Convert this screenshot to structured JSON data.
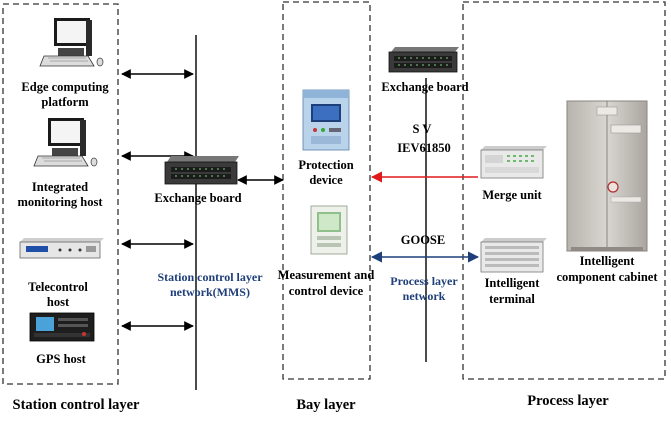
{
  "layers": {
    "station": "Station control layer",
    "bay": "Bay layer",
    "process": "Process layer"
  },
  "station": {
    "devices": [
      {
        "line1": "Edge computing",
        "line2": "platform",
        "icon": "desktop-computer-icon"
      },
      {
        "line1": "Integrated",
        "line2": "monitoring host",
        "icon": "desktop-computer-icon"
      },
      {
        "line1": "Telecontrol",
        "line2": "host",
        "icon": "rack-device-icon"
      },
      {
        "line1": "GPS host",
        "line2": "",
        "icon": "gps-receiver-icon"
      }
    ],
    "exchange_board": "Exchange board",
    "network_line1": "Station control layer",
    "network_line2": "network(MMS)"
  },
  "bay": {
    "protection_line1": "Protection",
    "protection_line2": "device",
    "measurement_line1": "Measurement and",
    "measurement_line2": "control device"
  },
  "process": {
    "exchange_board": "Exchange board",
    "sv_line1": "S V",
    "sv_line2": "IEV61850",
    "goose": "GOOSE",
    "network_line1": "Process layer",
    "network_line2": "network",
    "merge_unit": "Merge unit",
    "terminal_line1": "Intelligent",
    "terminal_line2": "terminal",
    "cabinet_line1": "Intelligent",
    "cabinet_line2": "component cabinet"
  },
  "colors": {
    "red_arrow": "#e01a1a",
    "blue_arrow": "#1f3f7a",
    "blue_text": "#1f3f7a",
    "border": "#333333"
  }
}
